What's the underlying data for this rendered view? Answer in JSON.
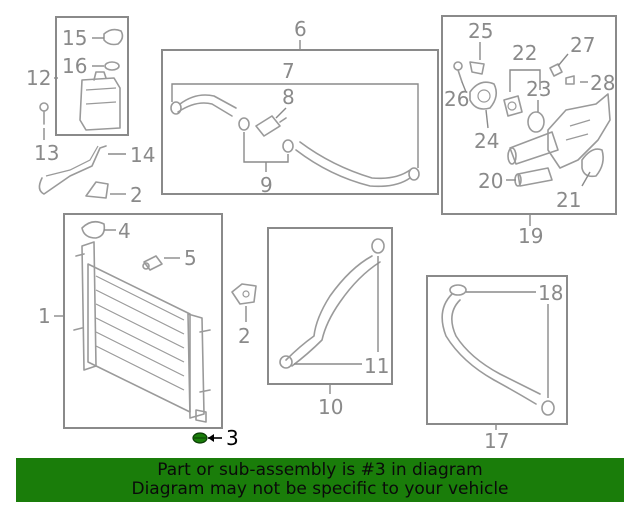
{
  "callouts": {
    "c1": "1",
    "c2a": "2",
    "c2b": "2",
    "c3": "3",
    "c4": "4",
    "c5": "5",
    "c6": "6",
    "c7": "7",
    "c8": "8",
    "c9": "9",
    "c10": "10",
    "c11": "11",
    "c12": "12",
    "c13": "13",
    "c14": "14",
    "c15": "15",
    "c16": "16",
    "c17": "17",
    "c18": "18",
    "c19": "19",
    "c20": "20",
    "c21": "21",
    "c22": "22",
    "c23": "23",
    "c24": "24",
    "c25": "25",
    "c26": "26",
    "c27": "27",
    "c28": "28"
  },
  "highlight": {
    "part_number": "3",
    "color": "#1a7d0a"
  },
  "banner": {
    "line1": "Part or sub-assembly is #3 in diagram",
    "line2": "Diagram may not be specific to your vehicle",
    "background": "#1a7d0a"
  }
}
